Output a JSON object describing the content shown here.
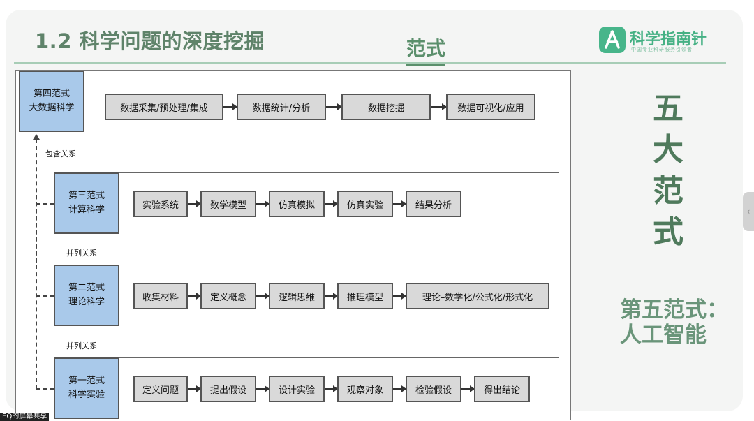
{
  "header": {
    "title": "1.2 科学问题的深度挖掘",
    "center_title": "范式",
    "logo_name": "科学指南针",
    "logo_tagline": "中国专业科研服务引领者"
  },
  "diagram": {
    "rows": [
      {
        "category": [
          "第四范式",
          "大数据科学"
        ],
        "steps": [
          "数据采集/预处理/集成",
          "数据统计/分析",
          "数据挖掘",
          "数据可视化/应用"
        ]
      },
      {
        "category": [
          "第三范式",
          "计算科学"
        ],
        "steps": [
          "实验系统",
          "数学模型",
          "仿真模拟",
          "仿真实验",
          "结果分析"
        ]
      },
      {
        "category": [
          "第二范式",
          "理论科学"
        ],
        "steps": [
          "收集材料",
          "定义概念",
          "逻辑思维",
          "推理模型",
          "理论–数学化/公式化/形式化"
        ]
      },
      {
        "category": [
          "第一范式",
          "科学实验"
        ],
        "steps": [
          "定义问题",
          "提出假设",
          "设计实验",
          "观察对象",
          "检验假设",
          "得出结论"
        ]
      }
    ],
    "relations": [
      "包含关系",
      "并列关系",
      "并列关系"
    ]
  },
  "side": {
    "big_chars": [
      "五",
      "大",
      "范",
      "式"
    ],
    "fifth_line1": "第五范式：",
    "fifth_line2": "人工智能"
  },
  "overlay": {
    "corner_text": "EQ的屏幕共享"
  },
  "colors": {
    "accent": "#5b8f6c",
    "category_fill": "#a9c9ea",
    "step_fill": "#d9d9d9",
    "logo": "#45b184"
  },
  "icons": {
    "logo": "compass-a-icon",
    "side_tab": "chevron-left-icon"
  }
}
